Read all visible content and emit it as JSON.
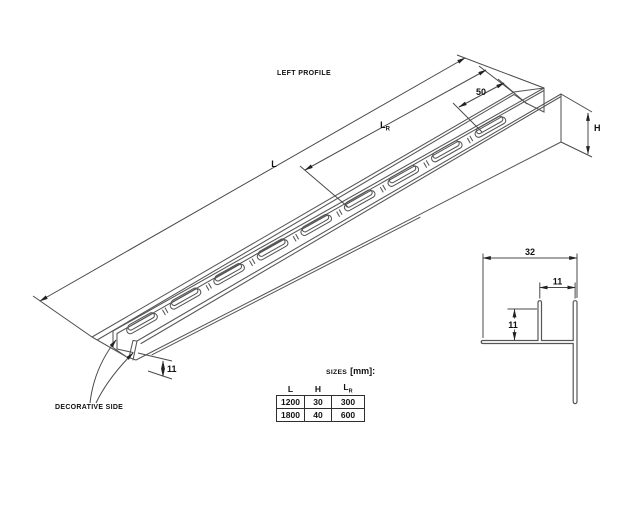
{
  "labels": {
    "left_profile": "LEFT PROFILE",
    "decorative_side": "DECORATIVE SIDE"
  },
  "dimensions": {
    "total_length": "L",
    "slotted_length_base": "L",
    "slotted_length_sub": "R",
    "slot_pitch": "50",
    "profile_height": "H",
    "end_wall_height": "11",
    "section_width": "32",
    "section_groove_width": "11",
    "section_groove_depth": "11"
  },
  "sizes": {
    "label": "SIZES",
    "unit": "[mm]:",
    "columns": [
      {
        "base": "L",
        "sub": ""
      },
      {
        "base": "H",
        "sub": ""
      },
      {
        "base": "L",
        "sub": "R"
      }
    ],
    "rows": [
      [
        "1200",
        "30",
        "300"
      ],
      [
        "1800",
        "40",
        "600"
      ]
    ]
  }
}
